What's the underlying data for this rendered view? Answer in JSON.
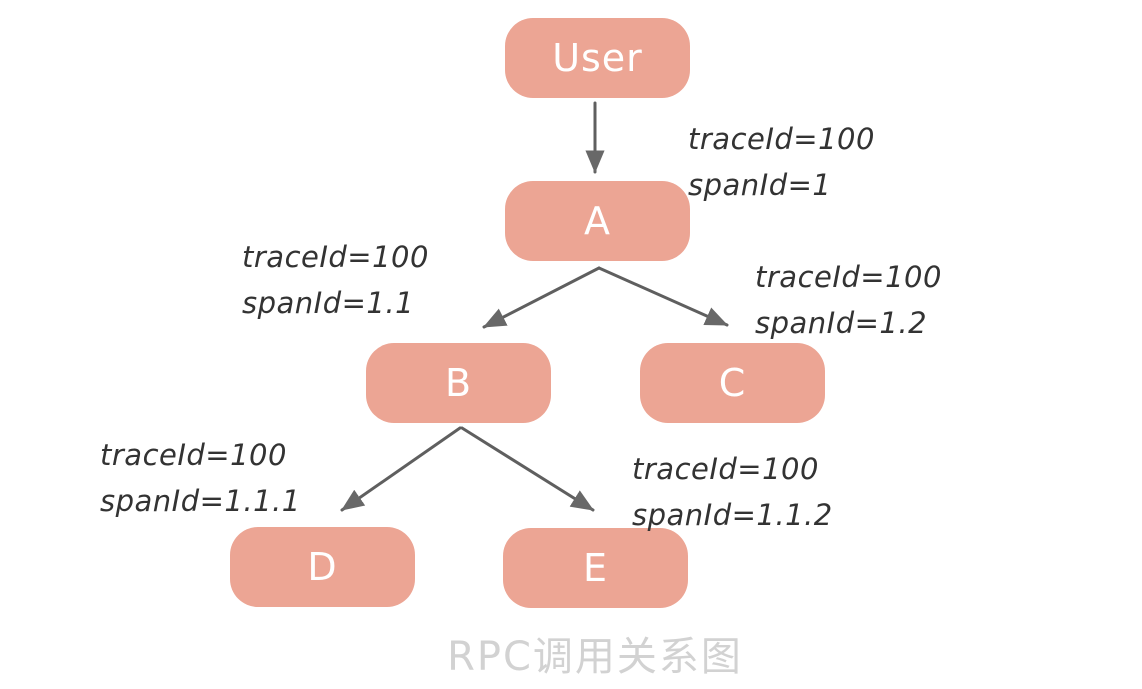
{
  "diagram": {
    "caption": "RPC调用关系图",
    "nodes": [
      {
        "id": "user",
        "label": "User"
      },
      {
        "id": "a",
        "label": "A"
      },
      {
        "id": "b",
        "label": "B"
      },
      {
        "id": "c",
        "label": "C"
      },
      {
        "id": "d",
        "label": "D"
      },
      {
        "id": "e",
        "label": "E"
      }
    ],
    "edges": [
      {
        "from": "User",
        "to": "A",
        "lines": [
          "traceId=100",
          "spanId=1"
        ]
      },
      {
        "from": "A",
        "to": "B",
        "lines": [
          "traceId=100",
          "spanId=1.1"
        ]
      },
      {
        "from": "A",
        "to": "C",
        "lines": [
          "traceId=100",
          "spanId=1.2"
        ]
      },
      {
        "from": "B",
        "to": "D",
        "lines": [
          "traceId=100",
          "spanId=1.1.1"
        ]
      },
      {
        "from": "B",
        "to": "E",
        "lines": [
          "traceId=100",
          "spanId=1.1.2"
        ]
      }
    ],
    "colors": {
      "node_fill": "#eca594",
      "node_text": "#ffffff",
      "arrow": "#5f5f5f",
      "label_text": "#333333",
      "caption_text": "#d2d2d2",
      "background": "#ffffff"
    }
  }
}
